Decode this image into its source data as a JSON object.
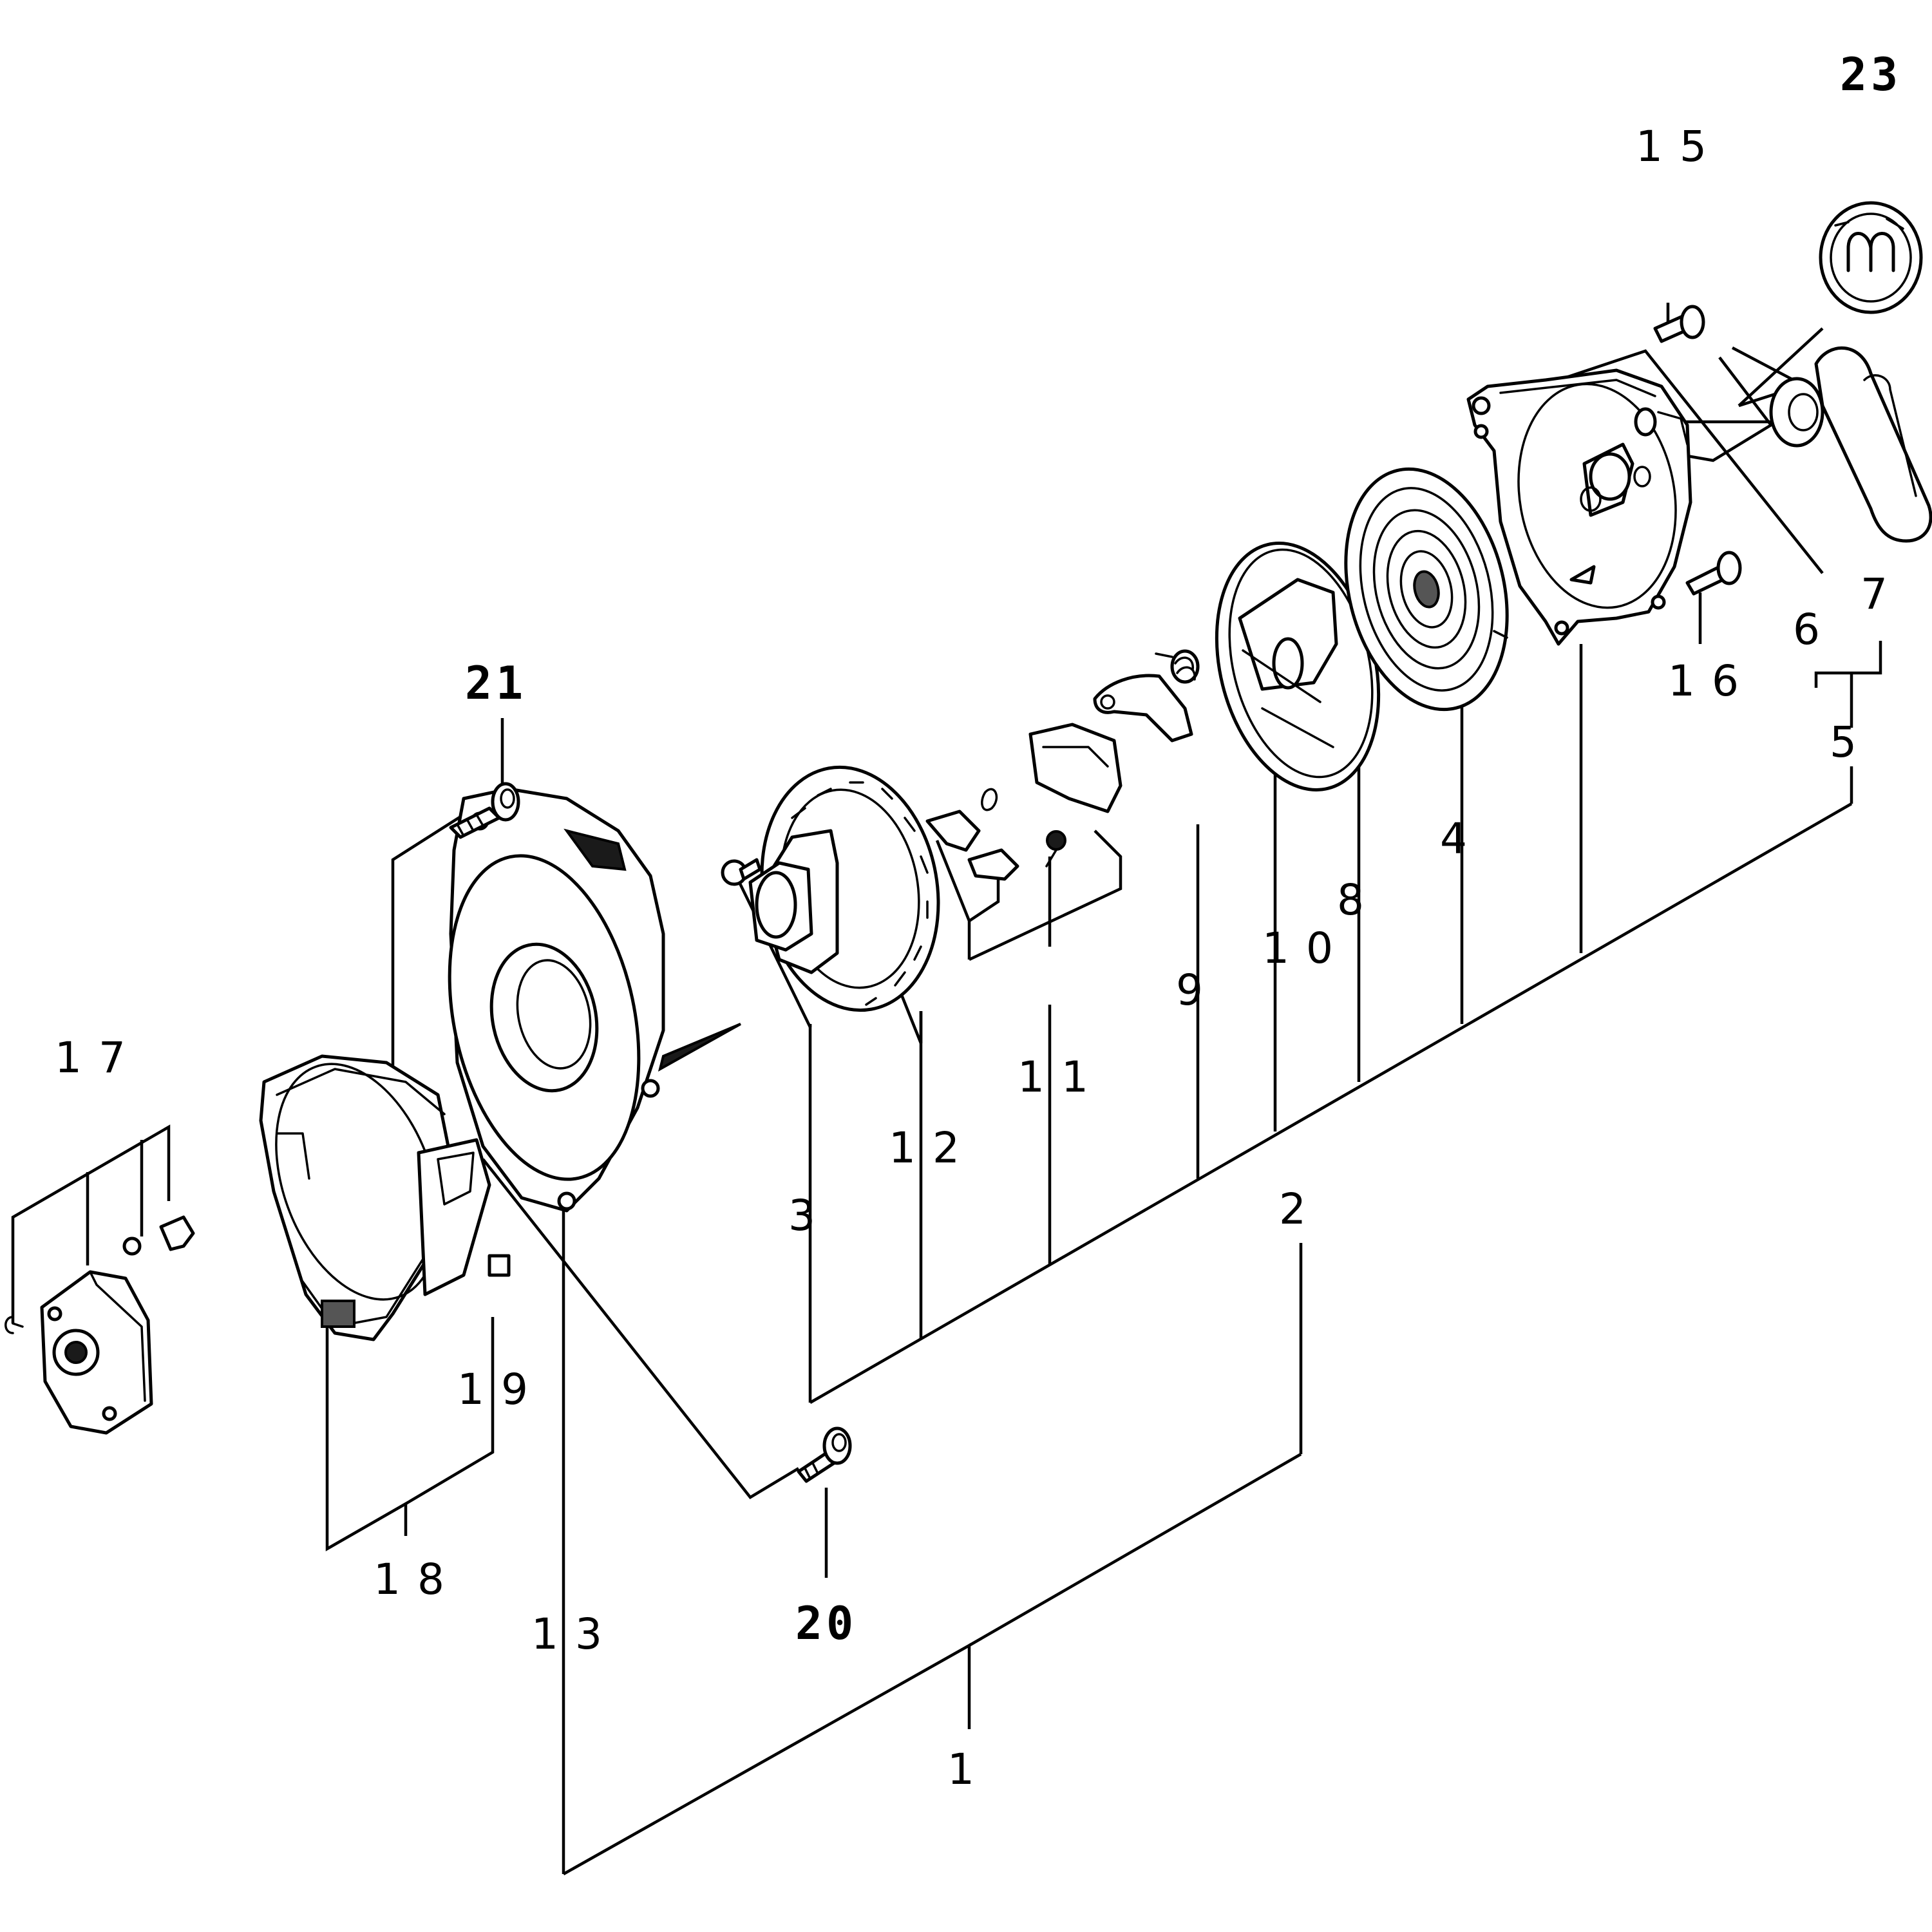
{
  "diagram": {
    "callouts": {
      "c1": "1",
      "c2": "2",
      "c3": "3",
      "c4": "4",
      "c5": "5",
      "c6": "6",
      "c7": "7",
      "c8": "8",
      "c9": "9",
      "c10": "10",
      "c11": "11",
      "c12": "12",
      "c13": "13",
      "c15": "15",
      "c16": "16",
      "c17": "17",
      "c18": "18",
      "c19": "19",
      "c20": "20",
      "c21": "21",
      "c23": "23"
    }
  }
}
